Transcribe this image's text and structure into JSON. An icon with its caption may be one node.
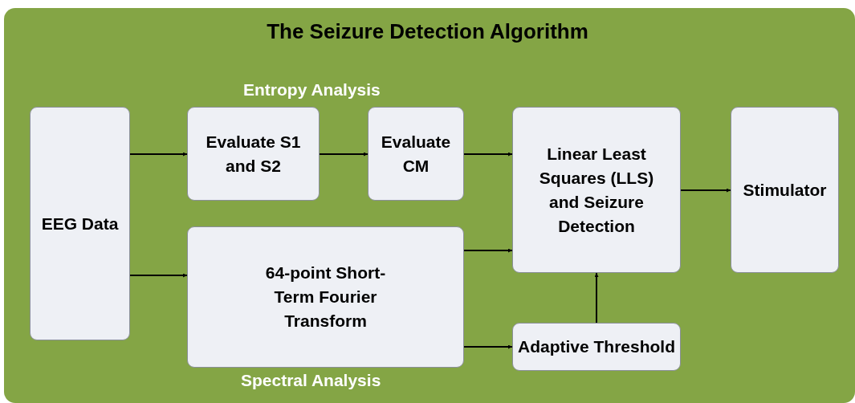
{
  "diagram": {
    "title": "The Seizure Detection Algorithm",
    "nodes": [
      {
        "text": [
          "EEG Data"
        ]
      },
      {
        "text": [
          "Evaluate S1 and S2"
        ]
      },
      {
        "text": [
          "Evaluate CM"
        ]
      },
      {
        "text": [
          "Linear Least Squares (LLS) and Seizure Detection"
        ]
      },
      {
        "text": [
          "Stimulator"
        ]
      },
      {
        "text": [
          "64-point Short-Term Fourier Transform"
        ]
      },
      {
        "text": [
          "Adaptive Threshold"
        ]
      }
    ],
    "edges": [
      {
        "from": 0,
        "to": 1,
        "arrow": "to"
      },
      {
        "from": 1,
        "to": 2,
        "arrow": "to"
      },
      {
        "from": 2,
        "to": 3,
        "arrow": "to"
      },
      {
        "from": 0,
        "to": 5,
        "arrow": "to"
      },
      {
        "from": 5,
        "to": 3,
        "arrow": "to"
      },
      {
        "from": 5,
        "to": 6,
        "arrow": "to"
      },
      {
        "from": 6,
        "to": 3,
        "arrow": "to"
      },
      {
        "from": 3,
        "to": 4,
        "arrow": "to"
      }
    ],
    "labels": [
      "Entropy Analysis",
      "Spectral Analysis"
    ]
  }
}
